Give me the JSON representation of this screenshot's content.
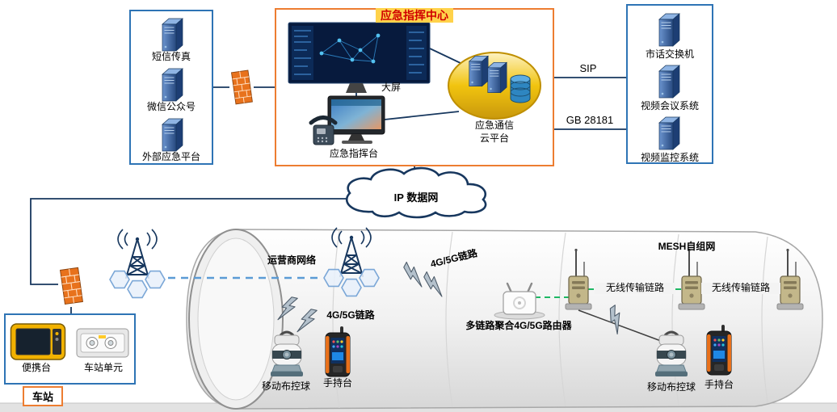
{
  "external_access": {
    "items": [
      {
        "label": "短信传真"
      },
      {
        "label": "微信公众号"
      },
      {
        "label": "外部应急平台"
      }
    ]
  },
  "command_center": {
    "title": "应急指挥中心",
    "big_screen_label": "大屏",
    "console_label": "应急指挥台",
    "cloud_platform_label_line1": "应急通信",
    "cloud_platform_label_line2": "云平台"
  },
  "interconnect": {
    "sip_label": "SIP",
    "gb_label": "GB 28181"
  },
  "city_systems": {
    "items": [
      {
        "label": "市话交换机"
      },
      {
        "label": "视频会议系统"
      },
      {
        "label": "视频监控系统"
      }
    ]
  },
  "backbone": {
    "ip_network_label": "IP 数据网"
  },
  "tunnel": {
    "carrier_label": "运营商网络",
    "link_tower_router_label": "4G/5G链路",
    "link_tower_devices_label": "4G/5G链路",
    "router_label": "多链路聚合4G/5G路由器",
    "mesh_title_label": "MESH自组网",
    "wireless_link1_label": "无线传输链路",
    "wireless_link2_label": "无线传输链路",
    "camera1_label": "移动布控球",
    "handheld1_label": "手持台",
    "camera2_label": "移动布控球",
    "handheld2_label": "手持台"
  },
  "station": {
    "portable_label": "便携台",
    "unit_label": "车站单元",
    "tag_label": "车站"
  },
  "colors": {
    "accent_orange": "#ed7d31",
    "accent_blue": "#2e74b5",
    "wireless_green": "#00b050",
    "carrier_dashed_blue": "#5b9bd5",
    "line_navy": "#17375e"
  }
}
